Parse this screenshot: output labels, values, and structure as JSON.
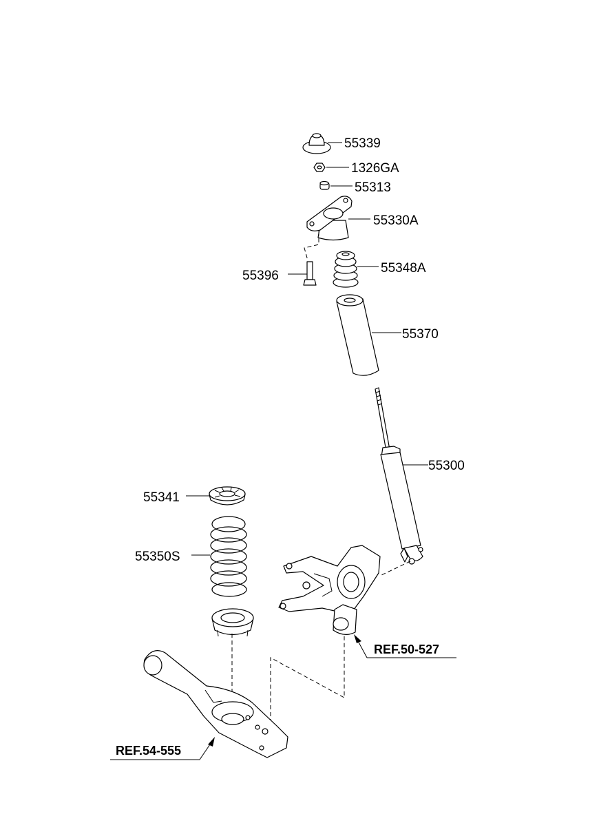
{
  "parts": [
    {
      "id": "p1",
      "part_no": "55339",
      "icon": "rubber-cap-icon"
    },
    {
      "id": "p2",
      "part_no": "1326GA",
      "icon": "hex-nut-icon"
    },
    {
      "id": "p3",
      "part_no": "55313",
      "icon": "bushing-icon"
    },
    {
      "id": "p4",
      "part_no": "55330A",
      "icon": "mounting-bracket-icon"
    },
    {
      "id": "p5",
      "part_no": "55396",
      "icon": "bolt-icon"
    },
    {
      "id": "p6",
      "part_no": "55348A",
      "icon": "bump-stopper-icon"
    },
    {
      "id": "p7",
      "part_no": "55370",
      "icon": "dust-cover-icon"
    },
    {
      "id": "p8",
      "part_no": "55300",
      "icon": "shock-absorber-icon"
    },
    {
      "id": "p9",
      "part_no": "55341",
      "icon": "spring-pad-upper-icon"
    },
    {
      "id": "p10",
      "part_no": "55350S",
      "icon": "coil-spring-icon"
    }
  ],
  "references": [
    {
      "id": "r1",
      "text": "REF.50-527",
      "icon": "knuckle-icon"
    },
    {
      "id": "r2",
      "text": "REF.54-555",
      "icon": "lower-arm-icon"
    }
  ]
}
